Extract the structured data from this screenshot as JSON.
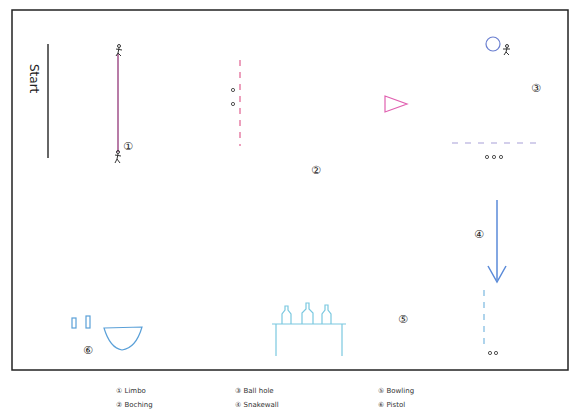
{
  "diagram": {
    "labels": [
      "Start",
      "①",
      "②",
      "③",
      "④",
      "⑤",
      "⑥"
    ],
    "legend": [
      {
        "text": "① Limbo"
      },
      {
        "text": "② Boching"
      },
      {
        "text": "③ Ball hole"
      },
      {
        "text": "④ Snakewall"
      },
      {
        "text": "⑤ Bowling"
      },
      {
        "text": "⑥ Pistol"
      }
    ]
  }
}
